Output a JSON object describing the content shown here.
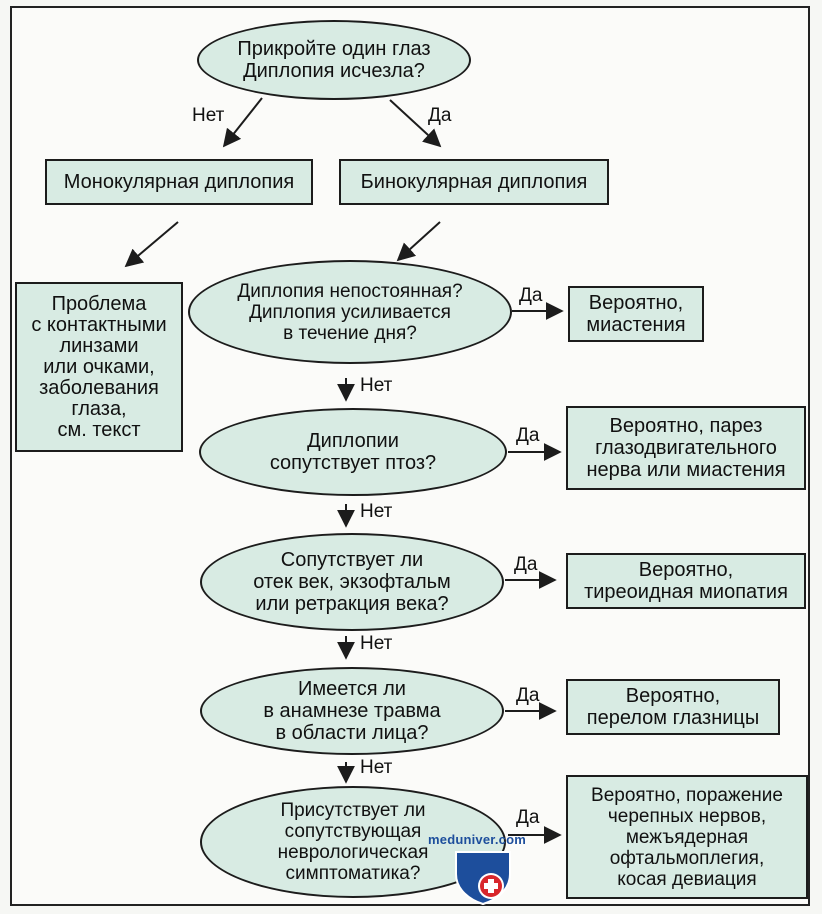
{
  "nodes": {
    "start": "Прикройте один глаз\nДиплопия исчезла?",
    "mono": "Монокулярная диплопия",
    "bino": "Бинокулярная диплопия",
    "mono_result": "Проблема\nс контактными\nлинзами\nили очками,\nзаболевания\nглаза,\nсм. текст",
    "q1": "Диплопия непостоянная?\nДиплопия усиливается\nв течение дня?",
    "r1": "Вероятно,\nмиастения",
    "q2": "Диплопии\nсопутствует птоз?",
    "r2": "Вероятно, парез\nглазодвигательного\nнерва или миастения",
    "q3": "Сопутствует ли\nотек век, экзофтальм\nили ретракция века?",
    "r3": "Вероятно,\nтиреоидная миопатия",
    "q4": "Имеется ли\nв анамнезе травма\nв области лица?",
    "r4": "Вероятно,\nперелом глазницы",
    "q5": "Присутствует ли\nсопутствующая\nневрологическая\nсимптоматика?",
    "r5": "Вероятно, поражение\nчерепных нервов,\nмежъядерная\nофтальмоплегия,\nкосая девиация"
  },
  "labels": {
    "no": "Нет",
    "yes": "Да"
  },
  "watermark": {
    "text": "meduniver.com"
  },
  "colors": {
    "node_fill": "#d8ebe3",
    "stroke": "#1c1c1c",
    "watermark_blue": "#1d4e9c",
    "watermark_red": "#d8262c"
  }
}
